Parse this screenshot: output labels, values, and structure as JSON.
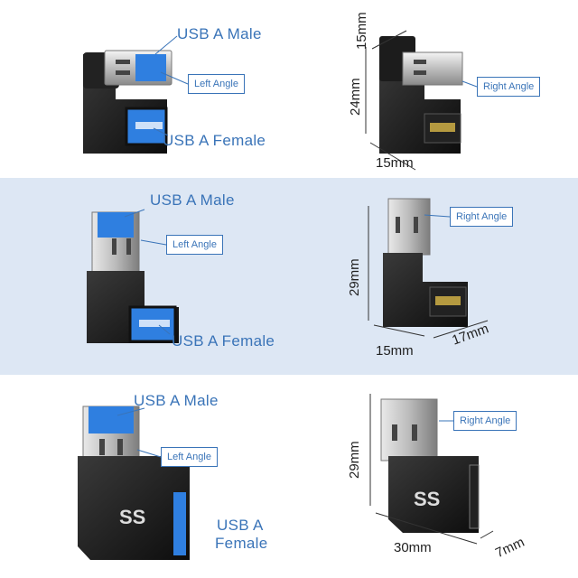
{
  "colors": {
    "label": "#3a74b8",
    "band_mid": "#dde7f4",
    "connector_body": "#1a1a1a",
    "usb_blue": "#2f7fe0"
  },
  "panels": [
    {
      "male": "USB A Male",
      "female": "USB A Female",
      "angle": "Left Angle",
      "right_angle": "Right Angle",
      "dim_top": "15mm",
      "dim_side": "24mm",
      "dim_bottom": "15mm"
    },
    {
      "male": "USB A Male",
      "female": "USB A Female",
      "angle": "Left Angle",
      "right_angle": "Right Angle",
      "dim_side": "29mm",
      "dim_bottom": "15mm",
      "dim_diag": "17mm"
    },
    {
      "male": "USB A Male",
      "female_line1": "USB A",
      "female_line2": "Female",
      "angle": "Left Angle",
      "right_angle": "Right Angle",
      "dim_side": "29mm",
      "dim_bottom": "30mm",
      "dim_diag": "7mm"
    }
  ]
}
